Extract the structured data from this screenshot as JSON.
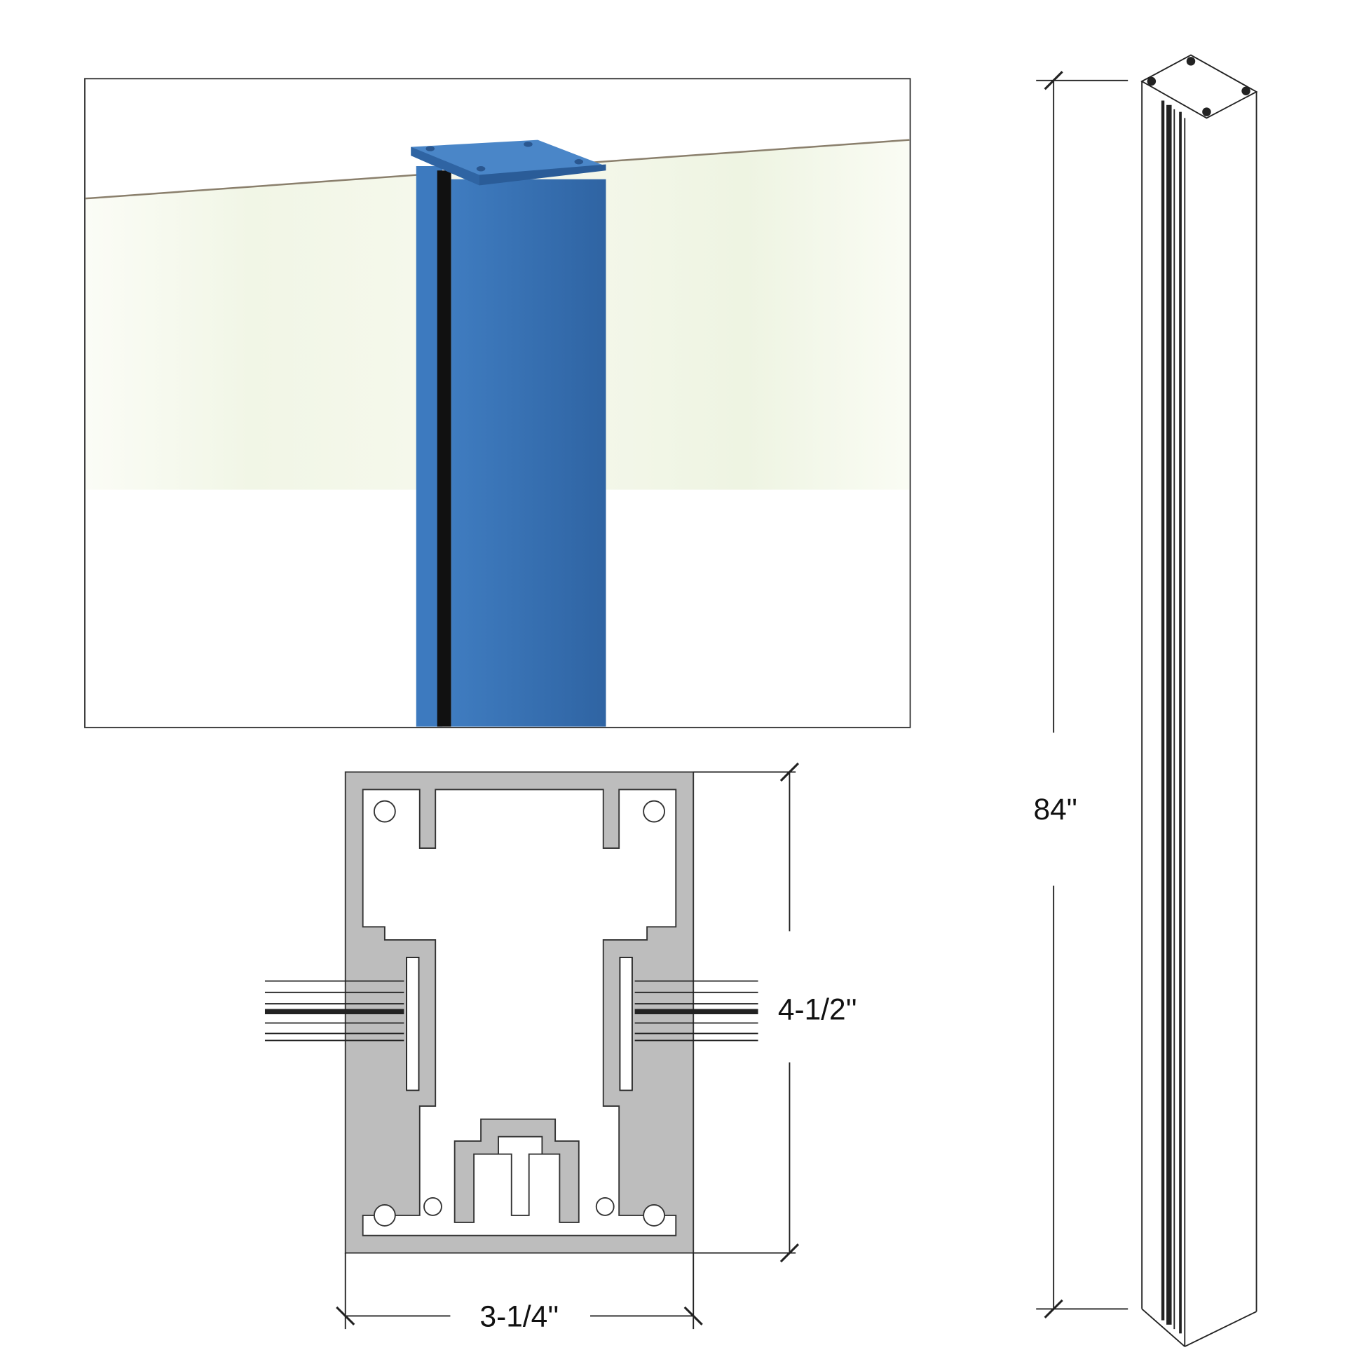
{
  "dimensions": {
    "height": "84\"",
    "depth": "4-1/2''",
    "width": "3-1/4''"
  },
  "colors": {
    "post_blue": "#3a72b4",
    "post_blue_dark": "#2f62a0",
    "profile_gray": "#bdbdbd",
    "glass_tint": "#f4f8ec",
    "line": "#222222"
  }
}
